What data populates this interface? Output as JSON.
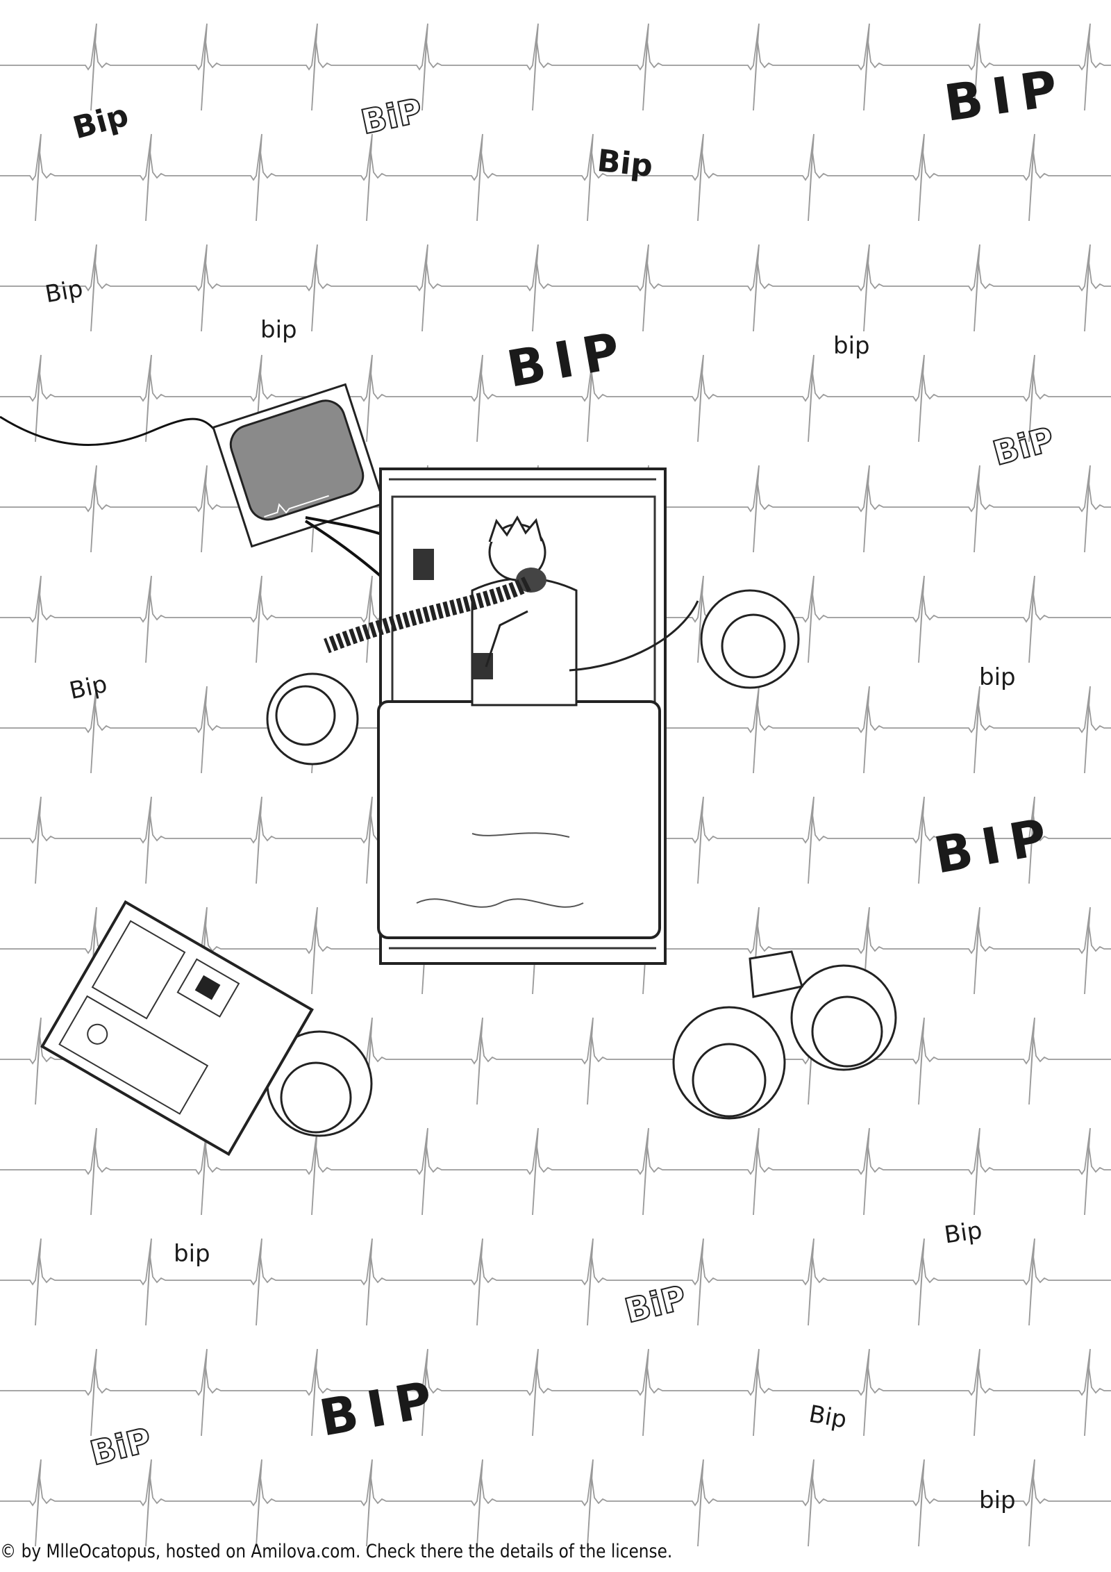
{
  "sound_effects": [
    {
      "text": "Bip",
      "style": "mid"
    },
    {
      "text": "BiP",
      "style": "outline"
    },
    {
      "text": "Bip",
      "style": "mid"
    },
    {
      "text": "BIP",
      "style": "big"
    },
    {
      "text": "Bip",
      "style": "small"
    },
    {
      "text": "bip",
      "style": "small"
    },
    {
      "text": "BIP",
      "style": "big"
    },
    {
      "text": "bip",
      "style": "small"
    },
    {
      "text": "BiP",
      "style": "outline"
    },
    {
      "text": "Bip",
      "style": "small"
    },
    {
      "text": "bip",
      "style": "small"
    },
    {
      "text": "BIP",
      "style": "big"
    },
    {
      "text": "bip",
      "style": "small"
    },
    {
      "text": "Bip",
      "style": "small"
    },
    {
      "text": "BiP",
      "style": "outline"
    },
    {
      "text": "BIP",
      "style": "big"
    },
    {
      "text": "BiP",
      "style": "outline"
    },
    {
      "text": "Bip",
      "style": "small"
    },
    {
      "text": "bip",
      "style": "small"
    }
  ],
  "footer": {
    "credit": "© by MlleOcatopus, hosted on Amilova.com. Check there the details of the license."
  },
  "colors": {
    "ecg_line": "#9a9a9a",
    "ink": "#1a1a1a",
    "monitor": "#8a8a8a"
  }
}
